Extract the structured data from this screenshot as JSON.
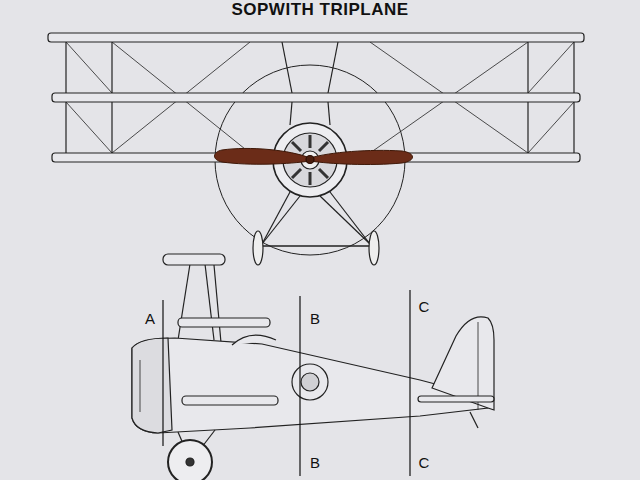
{
  "diagram": {
    "title": "SOPWITH TRIPLANE",
    "labels": [
      "A",
      "B",
      "B",
      "C",
      "C"
    ]
  }
}
